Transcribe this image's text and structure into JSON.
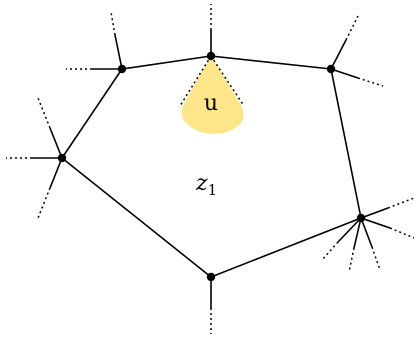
{
  "labels": {
    "region_label_main": "z",
    "region_label_sub": "1",
    "node_label": "u"
  },
  "colors": {
    "line": "#000000",
    "node": "#000000",
    "highlight_fill": "#fde68a",
    "background": "#ffffff"
  }
}
